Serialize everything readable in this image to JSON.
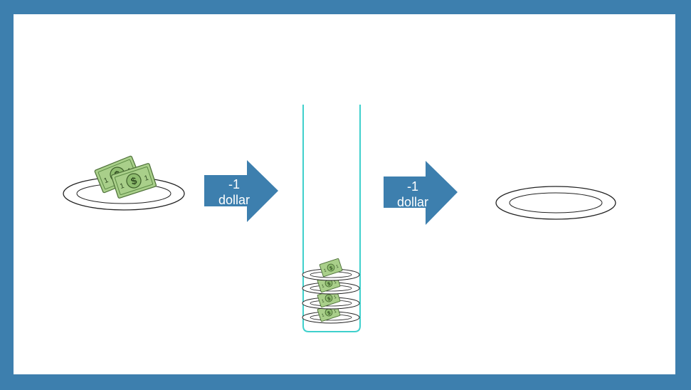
{
  "arrows": [
    {
      "label_line1": "-1",
      "label_line2": "dollar"
    },
    {
      "label_line1": "-1",
      "label_line2": "dollar"
    }
  ],
  "bill": {
    "symbol": "$",
    "denomination": "1"
  },
  "colors": {
    "frame": "#3d7fae",
    "arrow": "#3d7fae",
    "tube": "#3fd0cc",
    "bill_fill": "#a9cf8a",
    "bill_dark": "#5c8a44"
  },
  "stack": {
    "plates": 4,
    "bills": 4
  }
}
